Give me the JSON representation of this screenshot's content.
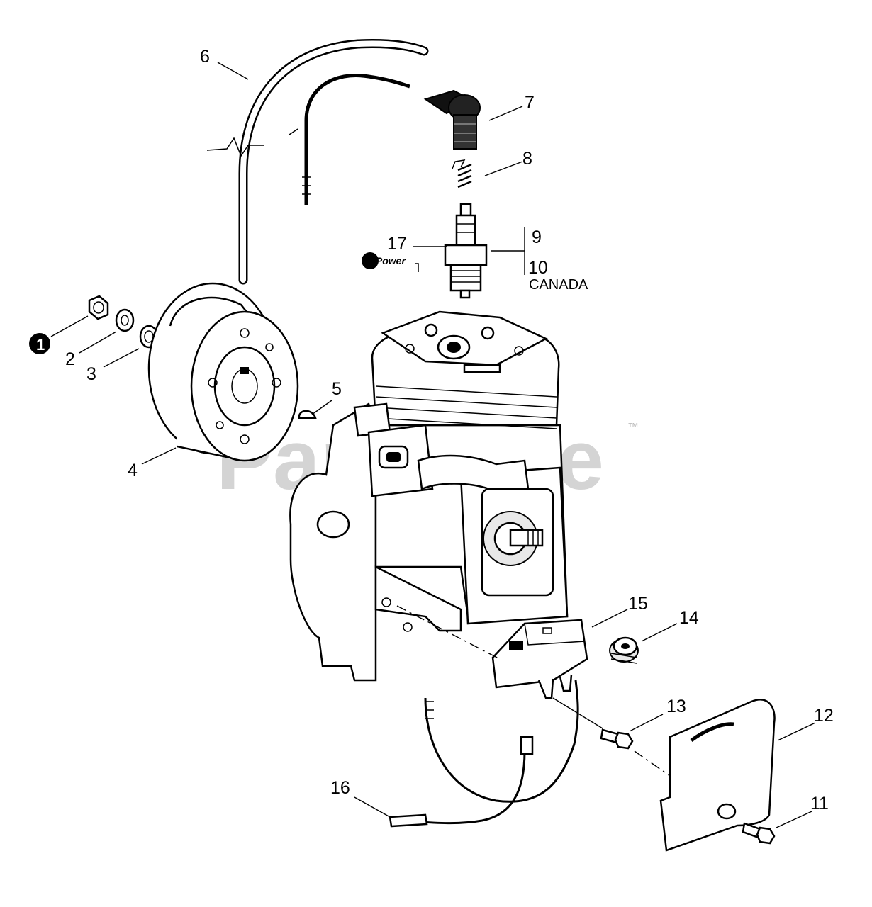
{
  "watermark": {
    "text": "PartsTree",
    "trademark": "™"
  },
  "brand": {
    "logo_text": "RePower"
  },
  "callouts": {
    "c1": "1",
    "c2": "2",
    "c3": "3",
    "c4": "4",
    "c5": "5",
    "c6": "6",
    "c7": "7",
    "c8": "8",
    "c9": "9",
    "c10": "10",
    "c11": "11",
    "c12": "12",
    "c13": "13",
    "c14": "14",
    "c15": "15",
    "c16": "16",
    "c17": "17"
  },
  "notes": {
    "canada": "CANADA"
  }
}
